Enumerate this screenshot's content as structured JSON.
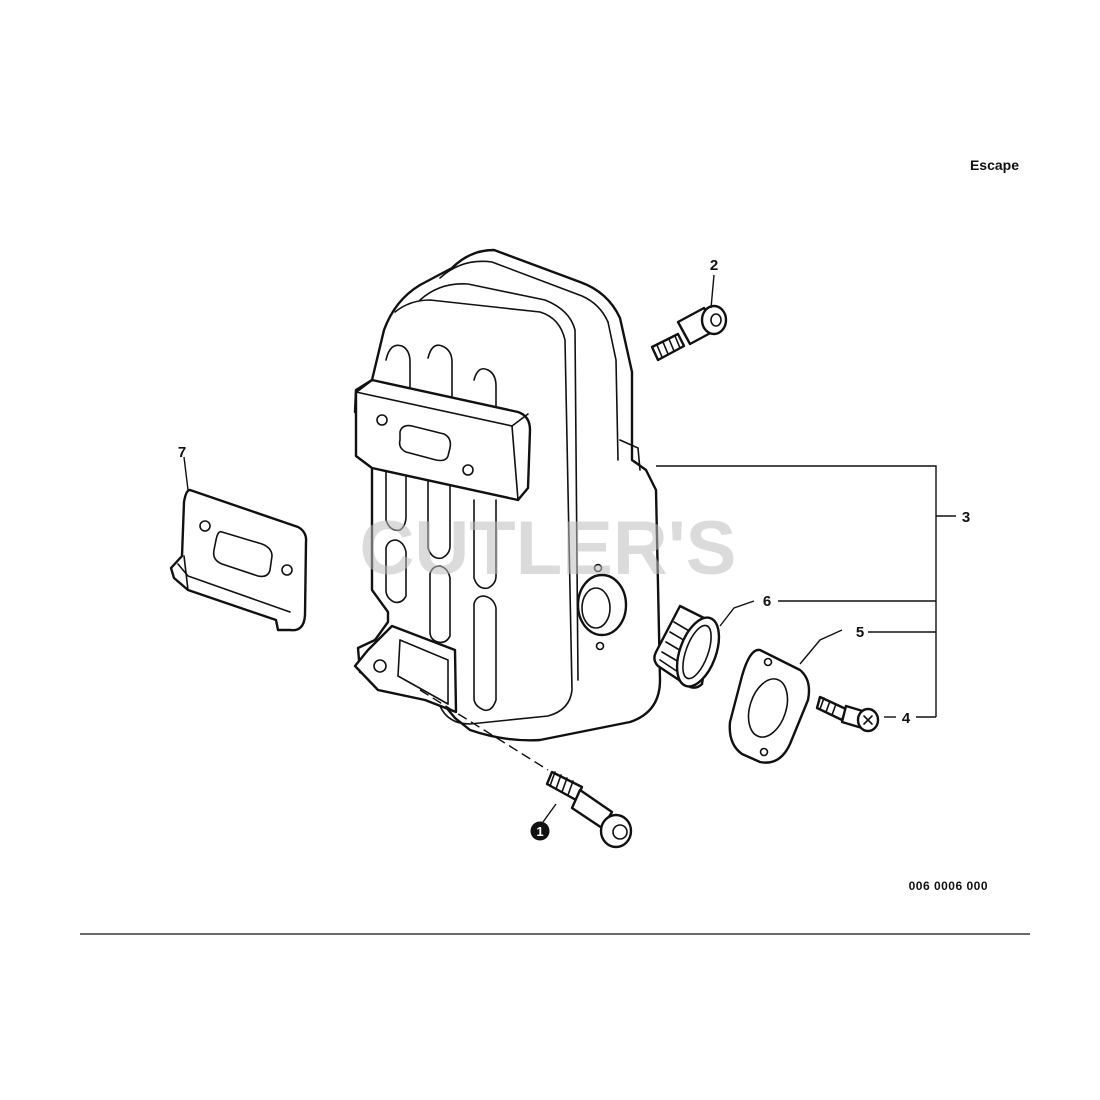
{
  "header": {
    "section_title": "Escape"
  },
  "watermark": {
    "text": "CUTLER'S"
  },
  "diagram": {
    "code": "006 0006 000"
  },
  "callouts": [
    {
      "id": "1",
      "label": "1",
      "part": "bolt",
      "style": "filled-circle"
    },
    {
      "id": "2",
      "label": "2",
      "part": "bolt",
      "style": "plain"
    },
    {
      "id": "3",
      "label": "3",
      "part": "muffler-assembly",
      "style": "plain"
    },
    {
      "id": "4",
      "label": "4",
      "part": "screw",
      "style": "plain"
    },
    {
      "id": "5",
      "label": "5",
      "part": "gasket-plate",
      "style": "plain"
    },
    {
      "id": "6",
      "label": "6",
      "part": "spark-screen",
      "style": "plain"
    },
    {
      "id": "7",
      "label": "7",
      "part": "gasket",
      "style": "plain"
    }
  ],
  "colors": {
    "ink": "#111111",
    "watermark": "#bdbdbd",
    "background": "#ffffff"
  }
}
